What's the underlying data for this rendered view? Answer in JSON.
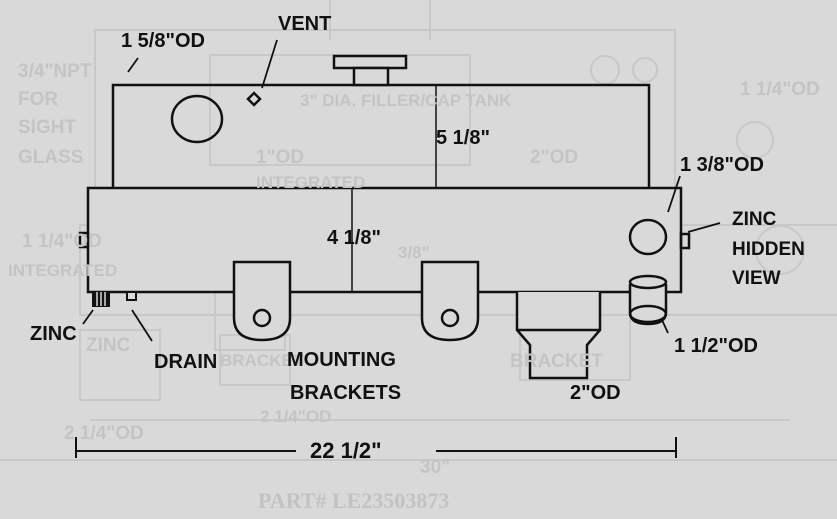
{
  "labels": {
    "od_1_5_8": "1 5/8\"OD",
    "vent": "VENT",
    "dim_5_1_8": "5 1/8\"",
    "od_1_3_8": "1 3/8\"OD",
    "zinc_hidden_1": "ZINC",
    "zinc_hidden_2": "HIDDEN",
    "zinc_hidden_3": "VIEW",
    "dim_4_1_8": "4 1/8\"",
    "zinc": "ZINC",
    "drain": "DRAIN",
    "mounting_1": "MOUNTING",
    "mounting_2": "BRACKETS",
    "od_1_1_2": "1 1/2\"OD",
    "od_2": "2\"OD",
    "dim_22_1_2": "22 1/2\""
  },
  "ghost_text": {
    "left_1": "3/4\"NPT",
    "left_2": "FOR",
    "left_3": "SIGHT",
    "left_4": "GLASS",
    "left_5": "1 1/4\"OD",
    "left_6": "INTEGRATED",
    "top_mid": "3\" DIA. FILLER/CAP TANK",
    "mid_1": "1\"OD",
    "mid_2": "INTEGRATED",
    "mid_3": "2\"OD",
    "right_top": "1 1/4\"OD",
    "right_mid": "3/8\"",
    "bottom_1": "2 1/4\"OD",
    "bottom_2": "2 1/4\"OD",
    "bottom_3": "30\"",
    "bracket_1": "BRACKET",
    "bracket_2": "BRACKET",
    "zinc_ghost": "ZINC",
    "part": "PART# LE23503873"
  },
  "colors": {
    "background": "#d9d9d9",
    "ink": "#111111",
    "ghost": "#c4c4c4"
  }
}
